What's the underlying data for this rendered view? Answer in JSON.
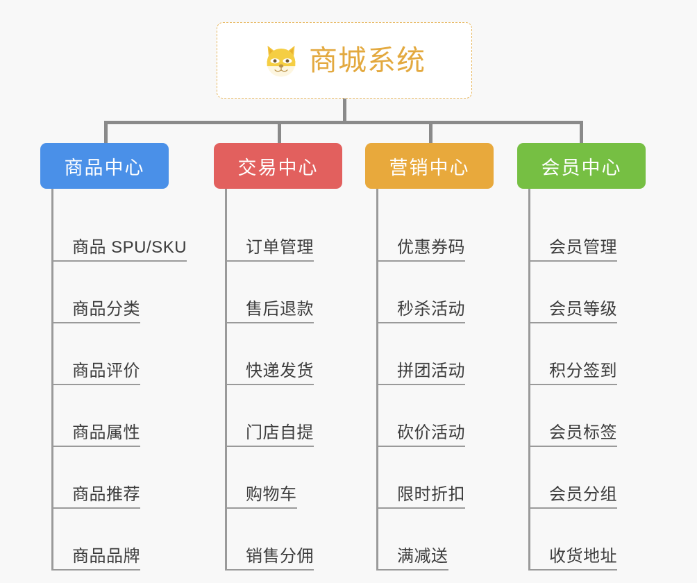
{
  "background_color": "#f8f8f8",
  "root": {
    "title": "商城系统",
    "icon": "shiba-dog-face-icon",
    "accent_color": "#e3a93f",
    "border_color": "#e8b860"
  },
  "categories": [
    {
      "label": "商品中心",
      "color": "#4a90e8",
      "items": [
        "商品 SPU/SKU",
        "商品分类",
        "商品评价",
        "商品属性",
        "商品推荐",
        "商品品牌"
      ]
    },
    {
      "label": "交易中心",
      "color": "#e2605e",
      "items": [
        "订单管理",
        "售后退款",
        "快递发货",
        "门店自提",
        "购物车",
        "销售分佣"
      ]
    },
    {
      "label": "营销中心",
      "color": "#e8a93c",
      "items": [
        "优惠券码",
        "秒杀活动",
        "拼团活动",
        "砍价活动",
        "限时折扣",
        "满减送"
      ]
    },
    {
      "label": "会员中心",
      "color": "#76bf43",
      "items": [
        "会员管理",
        "会员等级",
        "积分签到",
        "会员标签",
        "会员分组",
        "收货地址"
      ]
    }
  ]
}
